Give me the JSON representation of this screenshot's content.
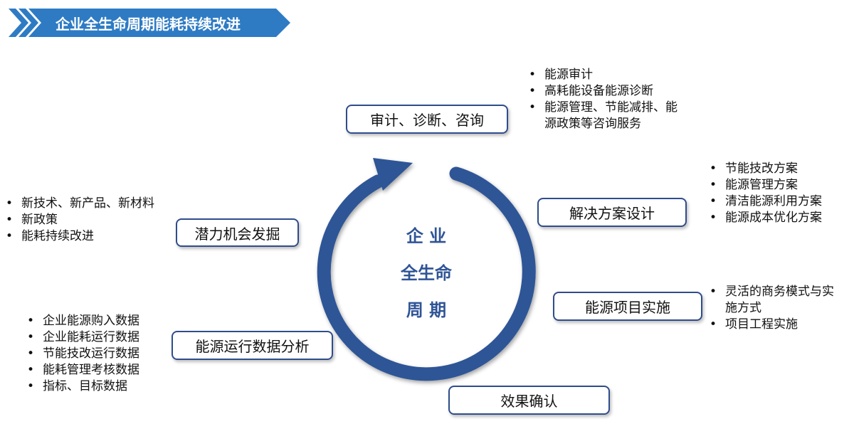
{
  "header": {
    "title": "企业全生命周期能耗持续改进",
    "color": "#2e7bc4"
  },
  "center": {
    "line1": "企 业",
    "line2": "全生命",
    "line3": "周 期",
    "color": "#2f5496"
  },
  "stages": [
    {
      "label": "审计、诊断、咨询",
      "items": [
        "能源审计",
        "高耗能设备能源诊断",
        "能源管理、节能减排、能源政策等咨询服务"
      ]
    },
    {
      "label": "解决方案设计",
      "items": [
        "节能技改方案",
        "能源管理方案",
        "清洁能源利用方案",
        "能源成本优化方案"
      ]
    },
    {
      "label": "能源项目实施",
      "items": [
        "灵活的商务模式与实施方式",
        "项目工程实施"
      ]
    },
    {
      "label": "效果确认",
      "items": []
    },
    {
      "label": "能源运行数据分析",
      "items": [
        "企业能源购入数据",
        "企业能耗运行数据",
        "节能技改运行数据",
        "能耗管理考核数据",
        "指标、目标数据"
      ]
    },
    {
      "label": "潜力机会发掘",
      "items": [
        "新技术、新产品、新材料",
        "新政策",
        "能耗持续改进"
      ]
    }
  ]
}
